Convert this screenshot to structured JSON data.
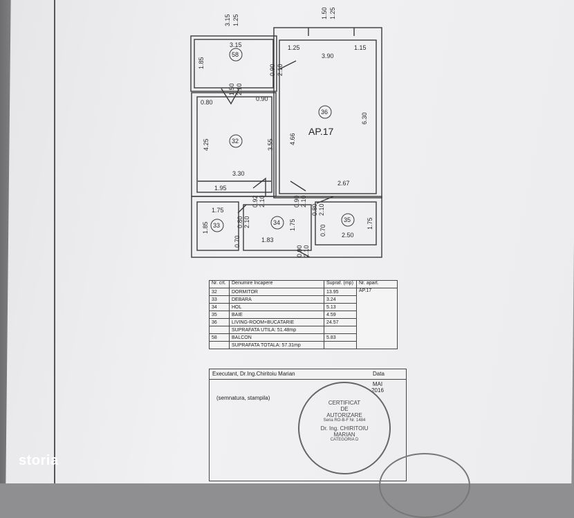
{
  "plan": {
    "top_dims_left": [
      "3.15",
      "1.25"
    ],
    "top_dims_right": [
      "1.50",
      "1.25"
    ],
    "apartment_label": "AP.17",
    "rooms": {
      "room58": {
        "id": "58",
        "w": "3.15",
        "h": "1.85"
      },
      "room32": {
        "id": "32",
        "w": "3.30",
        "h": "4.25",
        "h2": "3.55"
      },
      "room36": {
        "id": "36",
        "w_top": "3.90",
        "w_bot": "2.67",
        "h": "6.30",
        "h2": "4.66"
      },
      "room33": {
        "id": "33",
        "w": "1.75",
        "h": "1.85"
      },
      "room34": {
        "id": "34",
        "w": "1.83",
        "h": "1.75"
      },
      "room35": {
        "id": "35",
        "w": "2.50",
        "h": "1.75"
      }
    },
    "misc_dims": [
      "1.25",
      "1.15",
      "0.80",
      "0.90",
      "1.95",
      "1.50",
      "2.10",
      "0.90",
      "2.10",
      "0.92",
      "2.10",
      "0.90",
      "2.10",
      "0.80",
      "2.10",
      "0.80",
      "2.10",
      "0.70",
      "0.90",
      "2.10",
      "0.70"
    ]
  },
  "legend": {
    "headers": {
      "nr": "Nr. crt.",
      "den": "Denumire Incapere",
      "supr": "Supraf. (mp)",
      "ap": "Nr. apart."
    },
    "ap_value": "AP.17",
    "rows": [
      {
        "nr": "32",
        "name": "DORMITOR",
        "area": "13.95"
      },
      {
        "nr": "33",
        "name": "DEBARA",
        "area": "3.24"
      },
      {
        "nr": "34",
        "name": "HOL",
        "area": "5.13"
      },
      {
        "nr": "35",
        "name": "BAIE",
        "area": "4.59"
      },
      {
        "nr": "36",
        "name": "LIVING-ROOM+BUCATARIE",
        "area": "24.57"
      },
      {
        "nr": "",
        "name": "SUPRAFATA UTILA: 51.48mp",
        "area": ""
      },
      {
        "nr": "58",
        "name": "BALCON",
        "area": "5.83"
      },
      {
        "nr": "",
        "name": "SUPRAFATA TOTALA: 57.31mp",
        "area": ""
      }
    ],
    "executant": "Executant, Dr.Ing.Chiritoiu Marian",
    "data_label": "Data",
    "date": "MAI 2016",
    "signature": "(semnatura, stampila)"
  },
  "stamp": {
    "l1": "CERTIFICAT",
    "l2": "DE",
    "l3": "AUTORIZARE",
    "l4": "Seria RO-B-F Nr. 1484",
    "l5": "Dr. Ing. CHIRITOIU",
    "l6": "MARIAN",
    "l7": "CATEGORIA D"
  },
  "watermark": "storia",
  "colors": {
    "line": "#3a3a3a",
    "paper": "#ededef"
  }
}
